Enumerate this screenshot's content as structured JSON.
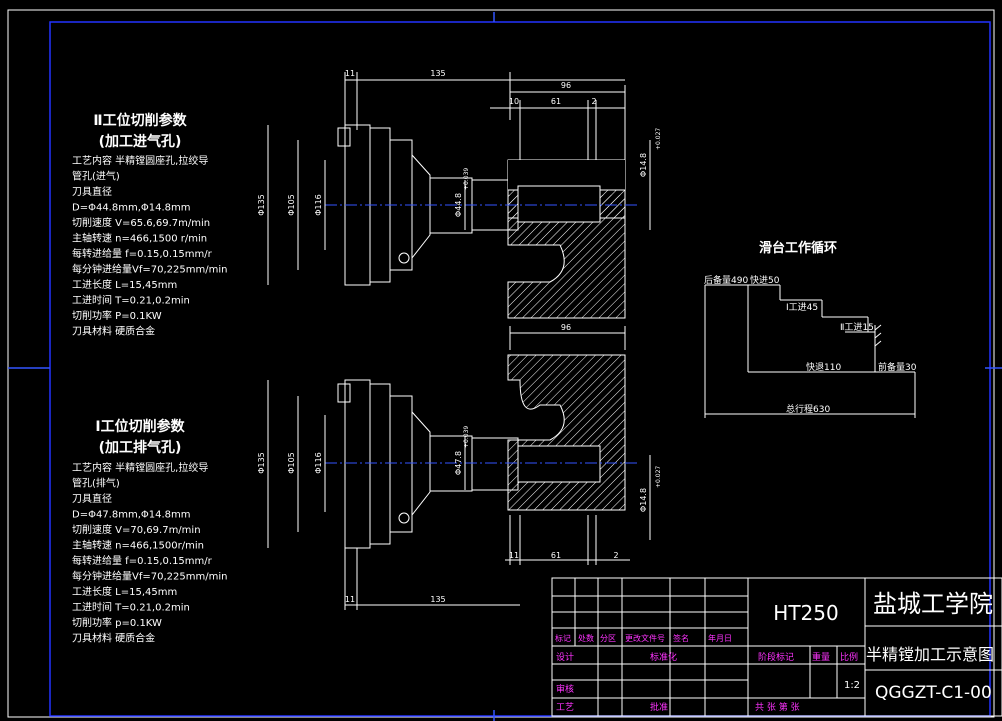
{
  "colors": {
    "background": "#000000",
    "lines": "#ffffff",
    "frame": "#2233ff",
    "dimension": "#ffffff",
    "magenta": "#ff33ff",
    "center": "#3355ff"
  },
  "top_station": {
    "title": "Ⅱ工位切削参数",
    "subtitle": "(加工进气孔)",
    "rows": [
      "工艺内容    半精镗圆座孔,拉绞导",
      "            管孔(进气)",
      "刀具直径",
      "D=Φ44.8mm,Φ14.8mm",
      "切削速度    V=65.6,69.7m/min",
      "主轴转速    n=466,1500 r/min",
      "每转进给量  f=0.15,0.15mm/r",
      "每分钟进给量Vf=70,225mm/min",
      "工进长度    L=15,45mm",
      "工进时间    T=0.21,0.2min",
      "切削功率    P=0.1KW",
      "刀具材料    硬质合金"
    ]
  },
  "bottom_station": {
    "title": "Ⅰ工位切削参数",
    "subtitle": "(加工排气孔)",
    "rows": [
      "工艺内容    半精镗圆座孔,拉绞导",
      "            管孔(排气)",
      "刀具直径",
      "D=Φ47.8mm,Φ14.8mm",
      "切削速度    V=70,69.7m/min",
      "主轴转速    n=466,1500r/min",
      "每转进给量  f=0.15,0.15mm/r",
      "每分钟进给量Vf=70,225mm/min",
      "工进长度    L=15,45mm",
      "工进时间    T=0.21,0.2min",
      "切削功率    p=0.1KW",
      "刀具材料    硬质合金"
    ]
  },
  "dims_top": {
    "d11": "11",
    "d135": "135",
    "d96": "96",
    "d10": "10",
    "d61": "61",
    "d2": "2",
    "phi135": "Φ135",
    "phi105": "Φ105",
    "phi116": "Φ116",
    "phi44": "Φ44.8",
    "phi14": "Φ14.8",
    "tol1": "+0.039",
    "tol2": "+0.027"
  },
  "dims_bottom": {
    "d96": "96",
    "d11": "11",
    "d135": "135",
    "d61": "61",
    "d2": "2",
    "phi135": "Φ135",
    "phi105": "Φ105",
    "phi116": "Φ116",
    "phi47": "Φ47.8",
    "phi14": "Φ14.8",
    "tol1": "+0.039",
    "tol2": "+0.027"
  },
  "cycle": {
    "title": "滑台工作循环",
    "back": "后备量490",
    "fast_fwd": "快进50",
    "work2": "Ⅰ工进45",
    "work1": "Ⅱ工进15",
    "fast_back": "快退110",
    "front": "前备量30",
    "total": "总行程630"
  },
  "title_block": {
    "material": "HT250",
    "school": "盐城工学院",
    "drawing_title": "半精镗加工示意图",
    "code": "QGGZT-C1-00",
    "scale": "1:2",
    "header_row": [
      "标记",
      "处数",
      "分区",
      "更改文件号",
      "签名",
      "年月日"
    ],
    "row_design": "设计",
    "row_std": "标准化",
    "row_stage": "阶段标记",
    "row_weight": "重量",
    "row_ratio": "比例",
    "row_check": "审核",
    "row_process": "工艺",
    "row_approve": "批准",
    "row_sheets": "共  张  第  张"
  }
}
